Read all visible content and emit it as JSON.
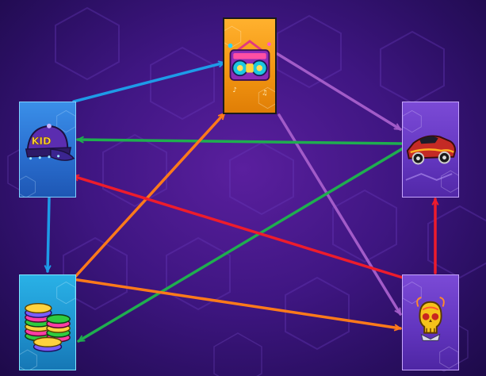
{
  "scene": {
    "background": "#3f1682",
    "cards": [
      {
        "id": "boombox",
        "icon": "boombox-icon",
        "color": "#f39612"
      },
      {
        "id": "cap",
        "icon": "cap-icon",
        "color": "#2a6fd0",
        "text": "KID"
      },
      {
        "id": "car",
        "icon": "car-icon",
        "color": "#6538c2"
      },
      {
        "id": "chips",
        "icon": "poker-chips-icon",
        "color": "#1f94d0"
      },
      {
        "id": "skull",
        "icon": "skull-icon",
        "color": "#6336c0"
      }
    ],
    "arrows": [
      {
        "from": "cap",
        "to": "boombox",
        "color": "#1e9be8"
      },
      {
        "from": "cap",
        "to": "chips",
        "color": "#1e9be8"
      },
      {
        "from": "boombox",
        "to": "car",
        "color": "#a25bc8"
      },
      {
        "from": "boombox",
        "to": "skull",
        "color": "#a25bc8"
      },
      {
        "from": "car",
        "to": "cap",
        "color": "#1fae4f"
      },
      {
        "from": "car",
        "to": "chips",
        "color": "#1fae4f"
      },
      {
        "from": "chips",
        "to": "boombox",
        "color": "#ff7a1a"
      },
      {
        "from": "chips",
        "to": "skull",
        "color": "#ff7a1a"
      },
      {
        "from": "skull",
        "to": "cap",
        "color": "#ee1c2c"
      },
      {
        "from": "skull",
        "to": "car",
        "color": "#ee1c2c"
      }
    ]
  }
}
